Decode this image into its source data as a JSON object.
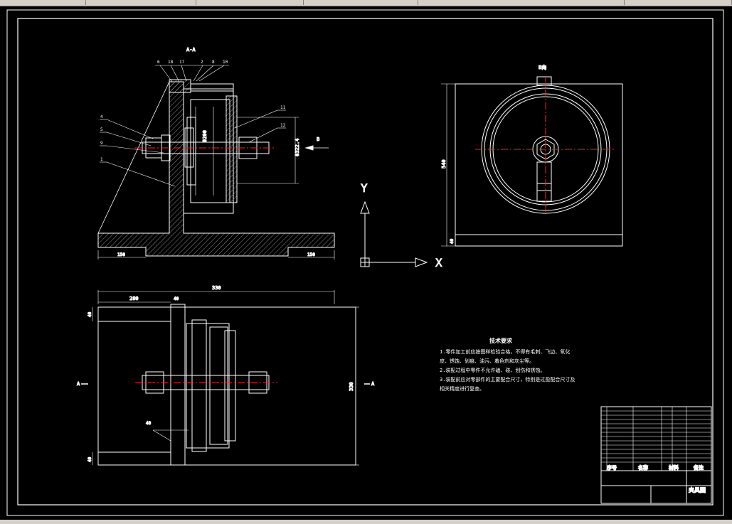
{
  "views": {
    "section_title": "A-A",
    "top_right_label": "B向",
    "side_left_label": "A",
    "side_right_label": "A"
  },
  "part_numbers": [
    "6",
    "18",
    "17",
    "2",
    "8",
    "10",
    "4",
    "5",
    "9",
    "1",
    "11",
    "12"
  ],
  "dimensions": {
    "base_left": "150",
    "base_right": "150",
    "wheel_dia": "Φ322.4",
    "inner_dia": "Φ200",
    "overall_width": "330",
    "left_offset": "280",
    "plate_gap": "40",
    "bottom_height": "40",
    "top_margin": "40",
    "plan_height": "330",
    "rv_height": "540",
    "rv_bottom": "40",
    "small_dim": "40"
  },
  "axes": {
    "y": "Y",
    "x": "X"
  },
  "arrow_label": "B",
  "tech_requirements": {
    "title": "技术要求",
    "lines": [
      "1.零件加工前应按图样检验合格，不得有毛刺、飞边、氧化",
      "皮、锈蚀、划痕、油污、着色剂和灰尘等。",
      "2.装配过程中零件不允许磕、碰、划伤和锈蚀。",
      "3.装配前应对零部件的主要配合尺寸，特别是过盈配合尺寸及",
      "相关精度进行复查。"
    ]
  },
  "title_block": {
    "headers": [
      "序号",
      "名称",
      "材料",
      "备注"
    ],
    "drawing_name": "夹具图"
  },
  "colors": {
    "line": "#ffffff",
    "center": "#ff2020",
    "hatch": "#b0b0b0",
    "bg": "#000000",
    "chrome": "#d4d0c8"
  }
}
